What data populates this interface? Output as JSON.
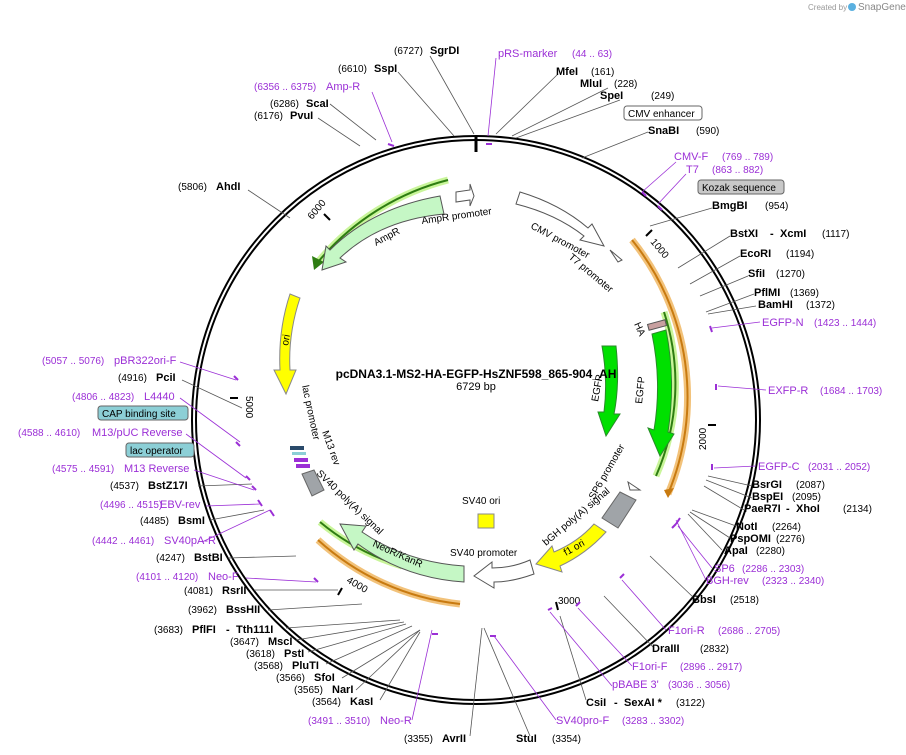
{
  "credit": {
    "prefix": "Created by",
    "brand": "SnapGene"
  },
  "plasmid": {
    "name": "pcDNA3.1-MS2-HA-EGFP-HsZNF598_865-904_AH",
    "length": "6729 bp",
    "total_bp": 6729
  },
  "colors": {
    "site": "#000000",
    "primer": "#9b2fd6",
    "promoter": "#ffffff",
    "cds": "#c5f7c5",
    "egfp": "#00e000",
    "ori": "#ffff00",
    "term": "#a0a4a8",
    "orange": "#e89a2c"
  },
  "ticks": [
    "1000",
    "2000",
    "3000",
    "4000",
    "5000",
    "6000"
  ],
  "features": [
    {
      "id": "cmv-enhancer",
      "label": "CMV enhancer",
      "boxed": true,
      "box_color": "#ffffff"
    },
    {
      "id": "kozak",
      "label": "Kozak sequence",
      "boxed": true,
      "box_color": "#c8c8c8"
    },
    {
      "id": "cap",
      "label": "CAP binding site",
      "boxed": true,
      "box_color": "#8ccfd6"
    },
    {
      "id": "lacop",
      "label": "lac operator",
      "boxed": true,
      "box_color": "#8ccfd6"
    },
    {
      "id": "cmv-promoter",
      "label": "CMV promoter"
    },
    {
      "id": "t7-promoter",
      "label": "T7 promoter"
    },
    {
      "id": "ampr",
      "label": "AmpR"
    },
    {
      "id": "ampr-promoter",
      "label": "AmpR promoter"
    },
    {
      "id": "ori",
      "label": "ori"
    },
    {
      "id": "ha",
      "label": "HA"
    },
    {
      "id": "egfp1",
      "label": "EGFP"
    },
    {
      "id": "egfp2",
      "label": "EGFP"
    },
    {
      "id": "sp6-promoter",
      "label": "SP6 promoter"
    },
    {
      "id": "bgh",
      "label": "bGH poly(A) signal"
    },
    {
      "id": "f1ori",
      "label": "f1 ori"
    },
    {
      "id": "sv40-promoter",
      "label": "SV40 promoter"
    },
    {
      "id": "sv40-ori",
      "label": "SV40 ori"
    },
    {
      "id": "neor",
      "label": "NeoR/KanR"
    },
    {
      "id": "sv40pa",
      "label": "SV40 poly(A) signal"
    },
    {
      "id": "m13rev",
      "label": "M13 rev"
    },
    {
      "id": "lac-promoter",
      "label": "lac promoter"
    }
  ],
  "sites": [
    {
      "name": "SgrDI",
      "pos": "(6727)"
    },
    {
      "name": "SspI",
      "pos": "(6610)"
    },
    {
      "name": "ScaI",
      "pos": "(6286)"
    },
    {
      "name": "PvuI",
      "pos": "(6176)"
    },
    {
      "name": "AhdI",
      "pos": "(5806)"
    },
    {
      "name": "MfeI",
      "pos": "(161)"
    },
    {
      "name": "MluI",
      "pos": "(228)"
    },
    {
      "name": "SpeI",
      "pos": "(249)"
    },
    {
      "name": "SnaBI",
      "pos": "(590)"
    },
    {
      "name": "BmgBI",
      "pos": "(954)"
    },
    {
      "name": "BstXI",
      "name2": "XcmI",
      "pos": "(1117)"
    },
    {
      "name": "EcoRI",
      "pos": "(1194)"
    },
    {
      "name": "SfiI",
      "pos": "(1270)"
    },
    {
      "name": "PflMI",
      "pos": "(1369)"
    },
    {
      "name": "BamHI",
      "pos": "(1372)"
    },
    {
      "name": "BsrGI",
      "pos": "(2087)"
    },
    {
      "name": "BspEI",
      "pos": "(2095)"
    },
    {
      "name": "PaeR7I",
      "name2": "XhoI",
      "pos": "(2134)"
    },
    {
      "name": "NotI",
      "pos": "(2264)"
    },
    {
      "name": "PspOMI",
      "pos": "(2276)"
    },
    {
      "name": "ApaI",
      "pos": "(2280)"
    },
    {
      "name": "BbsI",
      "pos": "(2518)"
    },
    {
      "name": "DraIII",
      "pos": "(2832)"
    },
    {
      "name": "CsiI",
      "name2": "SexAI *",
      "pos": "(3122)"
    },
    {
      "name": "StuI",
      "pos": "(3354)"
    },
    {
      "name": "AvrII",
      "pos": "(3355)"
    },
    {
      "name": "KasI",
      "pos": "(3564)"
    },
    {
      "name": "NarI",
      "pos": "(3565)"
    },
    {
      "name": "SfoI",
      "pos": "(3566)"
    },
    {
      "name": "PluTI",
      "pos": "(3568)"
    },
    {
      "name": "PstI",
      "pos": "(3618)"
    },
    {
      "name": "MscI",
      "pos": "(3647)"
    },
    {
      "name": "PflFI",
      "name2": "Tth111I",
      "pos": "(3683)"
    },
    {
      "name": "BssHII",
      "pos": "(3962)"
    },
    {
      "name": "RsrII",
      "pos": "(4081)"
    },
    {
      "name": "BstBI",
      "pos": "(4247)"
    },
    {
      "name": "BsmI",
      "pos": "(4485)"
    },
    {
      "name": "BstZ17I",
      "pos": "(4537)"
    },
    {
      "name": "PciI",
      "pos": "(4916)"
    }
  ],
  "primers": [
    {
      "name": "pRS-marker",
      "range": "(44 .. 63)"
    },
    {
      "name": "Amp-R",
      "range": "(6356 .. 6375)"
    },
    {
      "name": "CMV-F",
      "range": "(769 .. 789)"
    },
    {
      "name": "T7",
      "range": "(863 .. 882)"
    },
    {
      "name": "EGFP-N",
      "range": "(1423 .. 1444)"
    },
    {
      "name": "EXFP-R",
      "range": "(1684 .. 1703)"
    },
    {
      "name": "EGFP-C",
      "range": "(2031 .. 2052)"
    },
    {
      "name": "SP6",
      "range": "(2286 .. 2303)"
    },
    {
      "name": "BGH-rev",
      "range": "(2323 .. 2340)"
    },
    {
      "name": "F1ori-R",
      "range": "(2686 .. 2705)"
    },
    {
      "name": "F1ori-F",
      "range": "(2896 .. 2917)"
    },
    {
      "name": "pBABE 3'",
      "range": "(3036 .. 3056)"
    },
    {
      "name": "SV40pro-F",
      "range": "(3283 .. 3302)"
    },
    {
      "name": "Neo-R",
      "range": "(3491 .. 3510)"
    },
    {
      "name": "Neo-F",
      "range": "(4101 .. 4120)"
    },
    {
      "name": "SV40pA-R",
      "range": "(4442 .. 4461)"
    },
    {
      "name": "EBV-rev",
      "range": "(4496 .. 4515)"
    },
    {
      "name": "M13 Reverse",
      "range": "(4575 .. 4591)"
    },
    {
      "name": "M13/pUC Reverse",
      "range": "(4588 .. 4610)"
    },
    {
      "name": "L4440",
      "range": "(4806 .. 4823)"
    },
    {
      "name": "pBR322ori-F",
      "range": "(5057 .. 5076)"
    }
  ]
}
